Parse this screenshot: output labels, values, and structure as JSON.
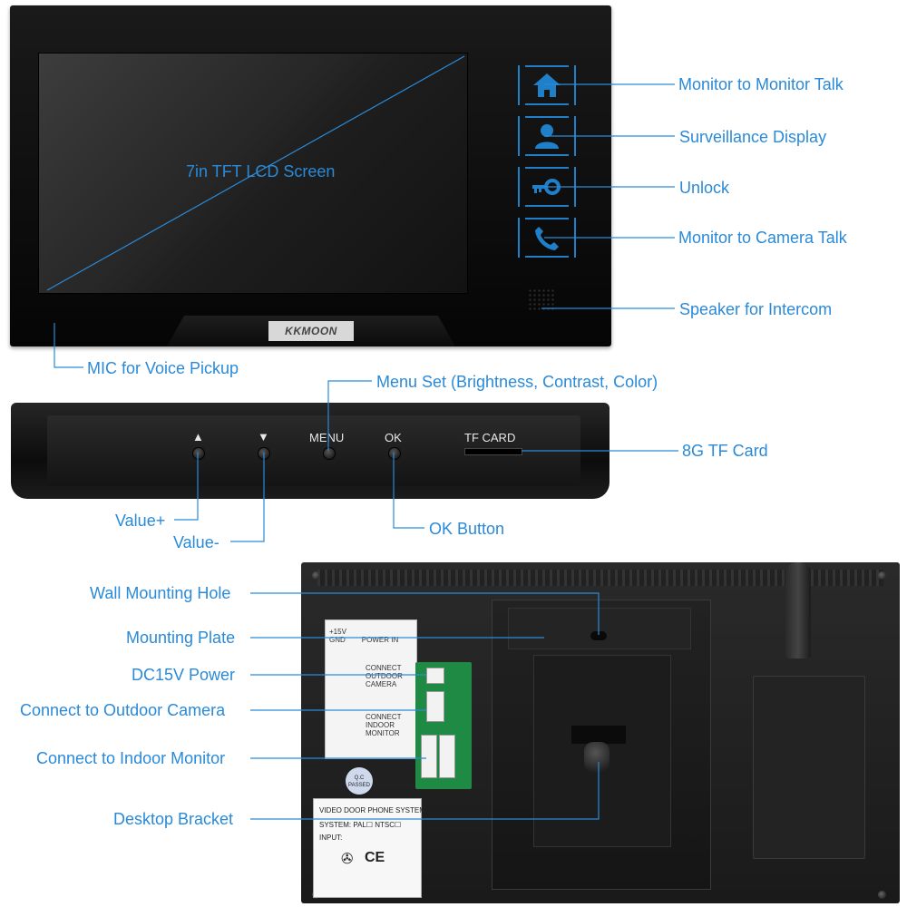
{
  "front": {
    "screen_label": "7in TFT LCD Screen",
    "brand_logo": "KKMOON",
    "icons": [
      "home-icon",
      "person-icon",
      "key-icon",
      "phone-icon"
    ]
  },
  "bottom": {
    "button_up": "▲",
    "button_down": "▼",
    "button_menu": "MENU",
    "button_ok": "OK",
    "tf_card": "TF CARD"
  },
  "back": {
    "sticker": {
      "power_15v": "+15V",
      "power_gnd": "GND",
      "power_in": "POWER IN",
      "outdoor": [
        "CONNECT",
        "OUTDOOR",
        "CAMERA"
      ],
      "indoor": [
        "CONNECT",
        "INDOOR",
        "MONITOR"
      ]
    },
    "qc": [
      "Q.C",
      "PASSED"
    ],
    "type_label": {
      "title": "VIDEO DOOR PHONE SYSTEM",
      "system": "SYSTEM: PAL☐  NTSC☐",
      "input": "INPUT:",
      "ce": "CE"
    }
  },
  "callouts": {
    "monitor_talk": "Monitor to Monitor Talk",
    "surveillance": "Surveillance Display",
    "unlock": "Unlock",
    "camera_talk": "Monitor to Camera Talk",
    "speaker": "Speaker for Intercom",
    "mic": "MIC for Voice Pickup",
    "menu_set": "Menu Set (Brightness, Contrast, Color)",
    "tf_card": "8G TF Card",
    "value_plus": "Value+",
    "value_minus": "Value-",
    "ok_button": "OK Button",
    "wall_hole": "Wall Mounting Hole",
    "mount_plate": "Mounting Plate",
    "dc_power": "DC15V Power",
    "outdoor_cam": "Connect to Outdoor Camera",
    "indoor_mon": "Connect to Indoor Monitor",
    "desk_bracket": "Desktop Bracket"
  },
  "colors": {
    "accent": "#2a8ad8",
    "body": "#0d0d0d"
  }
}
